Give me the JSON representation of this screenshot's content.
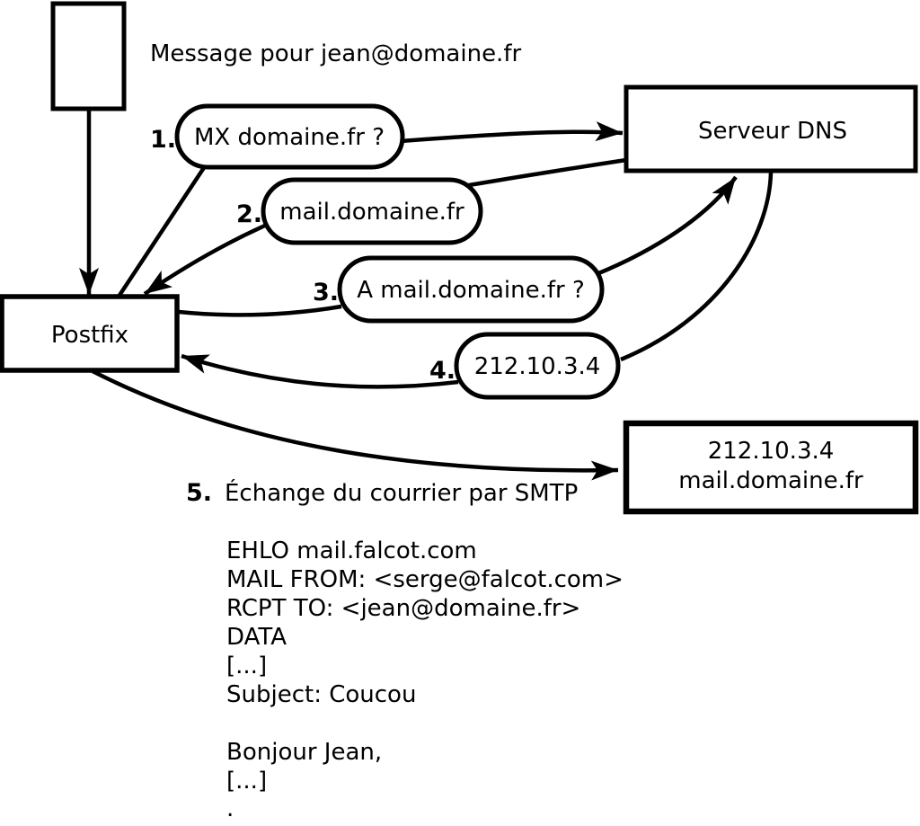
{
  "title_note": "Message pour jean@domaine.fr",
  "nodes": {
    "postfix": {
      "label": "Postfix"
    },
    "dns_server": {
      "label": "Serveur DNS"
    },
    "mail_server": {
      "line1": "212.10.3.4",
      "line2": "mail.domaine.fr"
    }
  },
  "steps": [
    {
      "num": "1.",
      "label": "MX domaine.fr ?"
    },
    {
      "num": "2.",
      "label": "mail.domaine.fr"
    },
    {
      "num": "3.",
      "label": "A mail.domaine.fr ?"
    },
    {
      "num": "4.",
      "label": "212.10.3.4"
    },
    {
      "num": "5.",
      "label": "Échange du courrier par SMTP"
    }
  ],
  "smtp_session": {
    "lines": [
      "EHLO mail.falcot.com",
      "MAIL FROM: <serge@falcot.com>",
      "RCPT TO: <jean@domaine.fr>",
      "DATA",
      "[...]",
      "Subject: Coucou",
      "",
      "Bonjour Jean,",
      "[...]",
      "."
    ]
  },
  "colors": {
    "stroke": "#000000",
    "background": "#ffffff",
    "text": "#000000"
  }
}
